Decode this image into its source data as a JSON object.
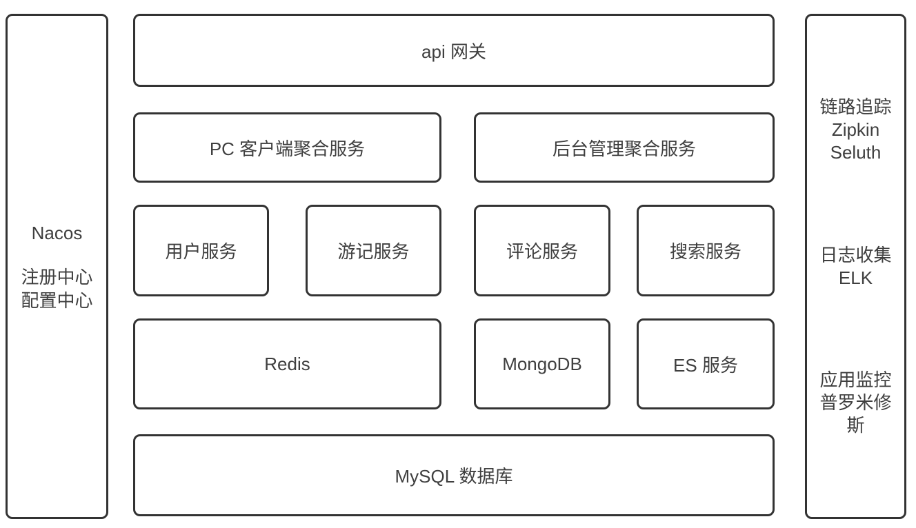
{
  "diagram": {
    "colors": {
      "border": "#333333",
      "text": "#3f3f3f",
      "background": "#ffffff"
    },
    "left_panel": {
      "title": "Nacos",
      "line1": "注册中心",
      "line2": "配置中心"
    },
    "gateway": {
      "label": "api 网关"
    },
    "aggregation": {
      "pc": "PC 客户端聚合服务",
      "admin": "后台管理聚合服务"
    },
    "services": {
      "user": "用户服务",
      "travel": "游记服务",
      "comment": "评论服务",
      "search": "搜索服务"
    },
    "storage": {
      "redis": "Redis",
      "mongodb": "MongoDB",
      "es": "ES 服务"
    },
    "database": {
      "label": "MySQL 数据库"
    },
    "right_panel": {
      "tracing": {
        "line1": "链路追踪",
        "line2": "Zipkin",
        "line3": "Seluth"
      },
      "logging": {
        "line1": "日志收集",
        "line2": "ELK"
      },
      "monitoring": {
        "line1": "应用监控",
        "line2": "普罗米修斯"
      }
    }
  }
}
